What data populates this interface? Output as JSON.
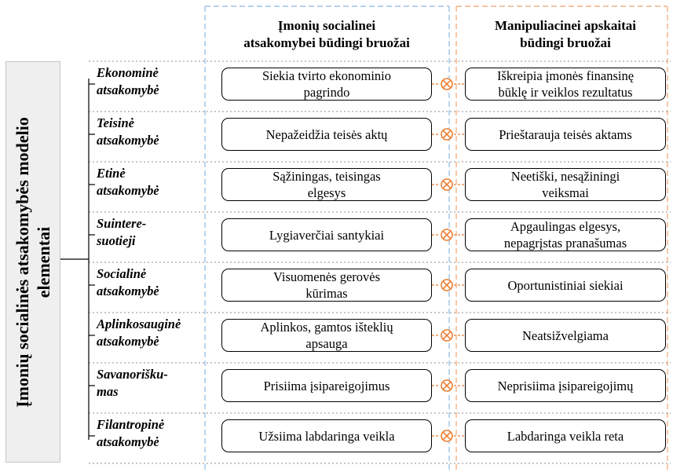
{
  "header": {
    "left_column_title": [
      "Įmonių socialinei",
      "atsakomybei būdingi bruožai"
    ],
    "right_column_title": [
      "Manipuliacinei apskaitai",
      "būdingi bruožai"
    ]
  },
  "side_title": [
    "Įmonių socialinės atsakomybės modelio",
    "elementai"
  ],
  "colors": {
    "blue_dash": "#9dc3e6",
    "orange_dash": "#f4b183",
    "otimes": "#ed7d31",
    "dotted": "#8c8c8c",
    "side_fill": "#efefef"
  },
  "icon": "circled-times-icon",
  "rows": [
    {
      "label": [
        "Ekonominė",
        "atsakomybė"
      ],
      "left": [
        "Siekia tvirto ekonominio",
        "pagrindo"
      ],
      "right": [
        "Iškreipia įmonės finansinę",
        "būklę ir veiklos rezultatus"
      ]
    },
    {
      "label": [
        "Teisinė",
        "atsakomybė"
      ],
      "left": [
        "Nepažeidžia teisės aktų"
      ],
      "right": [
        "Prieštarauja teisės aktams"
      ]
    },
    {
      "label": [
        "Etinė",
        "atsakomybė"
      ],
      "left": [
        "Sąžiningas, teisingas",
        "elgesys"
      ],
      "right": [
        "Neetiški, nesąžiningi",
        "veiksmai"
      ]
    },
    {
      "label": [
        "Suintere-",
        "suotieji"
      ],
      "left": [
        "Lygiaverčiai santykiai"
      ],
      "right": [
        "Apgaulingas elgesys,",
        "nepagrįstas pranašumas"
      ]
    },
    {
      "label": [
        "Socialinė",
        "atsakomybė"
      ],
      "left": [
        "Visuomenės gerovės",
        "kūrimas"
      ],
      "right": [
        "Oportunistiniai siekiai"
      ]
    },
    {
      "label": [
        "Aplinkosauginė",
        "atsakomybė"
      ],
      "left": [
        "Aplinkos, gamtos išteklių",
        "apsauga"
      ],
      "right": [
        "Neatsižvelgiama"
      ]
    },
    {
      "label": [
        "Savanorišku-",
        "mas"
      ],
      "left": [
        "Prisiima įsipareigojimus"
      ],
      "right": [
        "Neprisiima įsipareigojimų"
      ]
    },
    {
      "label": [
        "Filantropinė",
        "atsakomybė"
      ],
      "left": [
        "Užsiima labdaringa veikla"
      ],
      "right": [
        "Labdaringa veikla reta"
      ]
    }
  ]
}
